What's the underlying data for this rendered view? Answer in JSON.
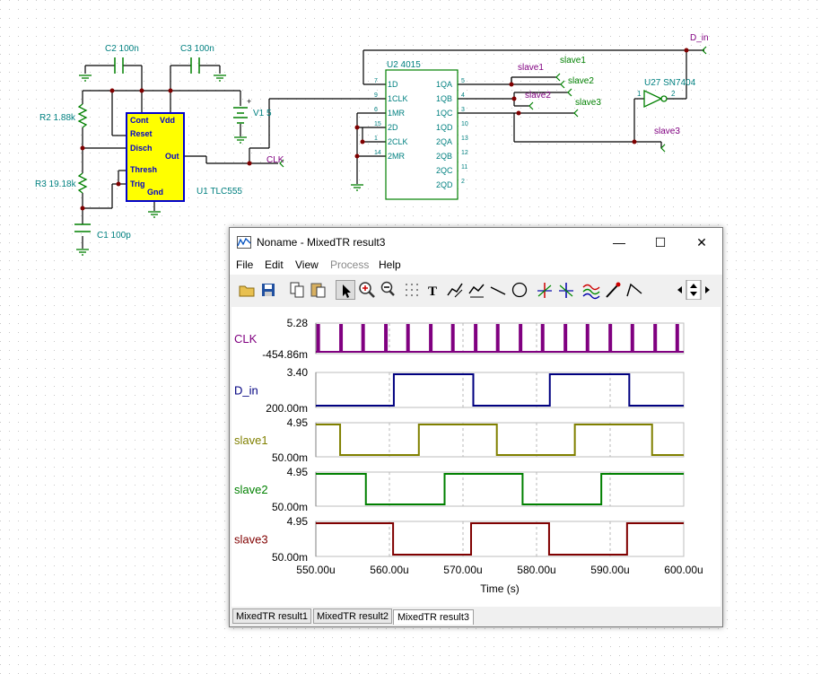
{
  "schematic": {
    "c2": "C2 100n",
    "c3": "C3 100n",
    "r2": "R2 1.88k",
    "r3": "R3 19.18k",
    "c1": "C1 100p",
    "v1": "V1 5",
    "plus": "+",
    "u1": "U1 TLC555",
    "u1_pins": [
      "Cont",
      "Vdd",
      "Reset",
      "Disch",
      "Out",
      "Thresh",
      "Trig",
      "Gnd"
    ],
    "u2": "U2 4015",
    "u2_left": [
      "1D",
      "1CLK",
      "1MR",
      "2D",
      "2CLK",
      "2MR"
    ],
    "u2_left_nums": [
      "7",
      "9",
      "6",
      "15",
      "1",
      "14"
    ],
    "u2_right": [
      "1QA",
      "1QB",
      "1QC",
      "1QD",
      "2QA",
      "2QB",
      "2QC",
      "2QD"
    ],
    "u2_right_nums": [
      "5",
      "4",
      "3",
      "10",
      "13",
      "12",
      "11",
      "2"
    ],
    "u27": "U27 SN7404",
    "u27_in": "1",
    "u27_out": "2",
    "clk": "CLK",
    "d_in": "D_in",
    "slave1_a": "slave1",
    "slave1_b": "slave1",
    "slave2_a": "slave2",
    "slave2_b": "slave2",
    "slave3_a": "slave3",
    "slave3_b": "slave3"
  },
  "window": {
    "title": "Noname - MixedTR result3",
    "minimize": "—",
    "maximize": "☐",
    "close": "✕",
    "menu": [
      "File",
      "Edit",
      "View",
      "Process",
      "Help"
    ],
    "toolbar_icons": [
      "open-icon",
      "save-icon",
      "copy-icon",
      "paste-icon",
      "pointer-icon",
      "zoom-in-icon",
      "zoom-100-icon",
      "grid-icon",
      "text-icon",
      "cursor-a-icon",
      "cursor-b-icon",
      "line-tool-icon",
      "ellipse-icon",
      "cursor-a-mark-icon",
      "cursor-b-mark-icon",
      "waveform-icon",
      "probe-icon",
      "ramp-icon",
      "scroll-arrows-icon"
    ],
    "tabs": [
      "MixedTR result1",
      "MixedTR result2",
      "MixedTR result3"
    ],
    "active_tab": 2
  },
  "colors": {
    "CLK": "#800080",
    "D_in": "#000080",
    "slave1": "#808000",
    "slave2": "#008000",
    "slave3": "#800000",
    "schematic_wire": "#000000",
    "schematic_part": "#008080",
    "schematic_label": "#800080"
  },
  "chart_data": {
    "type": "line",
    "xlabel": "Time (s)",
    "xlim": [
      550,
      600
    ],
    "x_unit": "u",
    "xticks": [
      "550.00u",
      "560.00u",
      "570.00u",
      "580.00u",
      "590.00u",
      "600.00u"
    ],
    "series": [
      {
        "name": "CLK",
        "ymax_label": "5.28",
        "ymin_label": "-454.86m",
        "kind": "pulses",
        "pulse_times": [
          550.2,
          553.3,
          556.3,
          559.4,
          562.4,
          565.5,
          568.5,
          571.6,
          574.6,
          577.7,
          580.7,
          583.8,
          586.8,
          589.9,
          592.9,
          596.0,
          599.0
        ]
      },
      {
        "name": "D_in",
        "ymax_label": "3.40",
        "ymin_label": "200.00m",
        "kind": "digital",
        "initial": 0,
        "transitions": [
          560.6,
          571.4,
          581.8,
          592.6
        ]
      },
      {
        "name": "slave1",
        "ymax_label": "4.95",
        "ymin_label": "50.00m",
        "kind": "digital",
        "initial": 1,
        "transitions": [
          553.3,
          564.0,
          574.6,
          585.2,
          595.7
        ]
      },
      {
        "name": "slave2",
        "ymax_label": "4.95",
        "ymin_label": "50.00m",
        "kind": "digital",
        "initial": 1,
        "transitions": [
          556.8,
          567.5,
          578.1,
          588.8
        ]
      },
      {
        "name": "slave3",
        "ymax_label": "4.95",
        "ymin_label": "50.00m",
        "kind": "digital",
        "initial": 1,
        "transitions": [
          560.5,
          571.1,
          581.7,
          592.3
        ]
      }
    ]
  }
}
